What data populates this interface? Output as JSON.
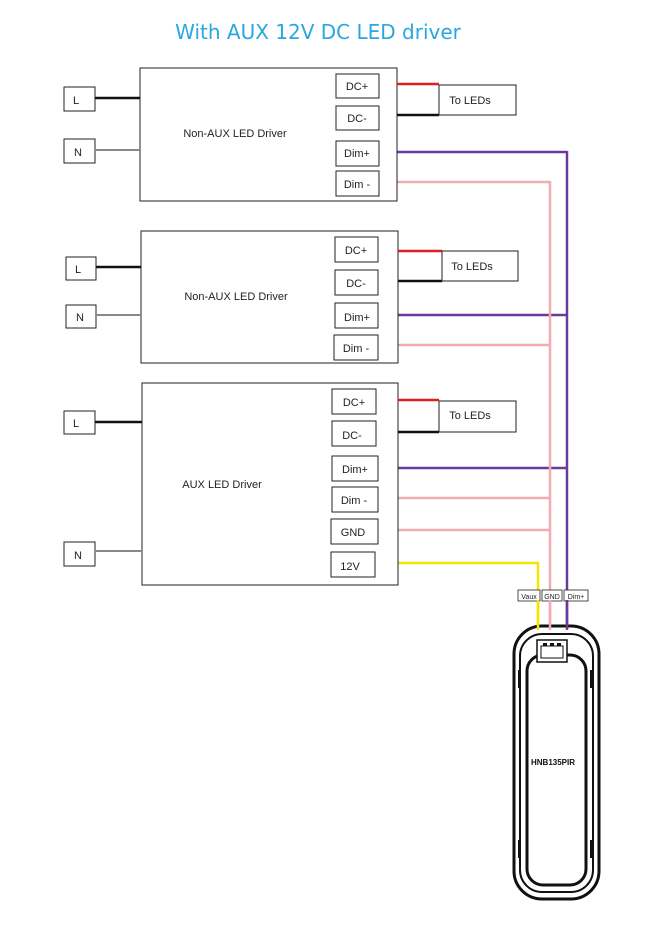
{
  "title": "With AUX 12V DC  LED driver",
  "colors": {
    "title": "#2aa7e0",
    "dc_plus": "#e02020",
    "dc_minus": "#111111",
    "dim_plus": "#6a3a9a",
    "dim_minus": "#f4aab3",
    "gnd": "#f4aab3",
    "v12": "#f2e600",
    "neutral": "#888888",
    "live": "#111111"
  },
  "drivers": [
    {
      "name": "Non-AUX  LED Driver",
      "mains": [
        "L",
        "N"
      ],
      "terminals": [
        "DC+",
        "DC-",
        "Dim+",
        "Dim -"
      ],
      "output_label": "To LEDs"
    },
    {
      "name": "Non-AUX  LED Driver",
      "mains": [
        "L",
        "N"
      ],
      "terminals": [
        "DC+",
        "DC-",
        "Dim+",
        "Dim -"
      ],
      "output_label": "To LEDs"
    },
    {
      "name": "AUX  LED Driver",
      "mains": [
        "L",
        "N"
      ],
      "terminals": [
        "DC+",
        "DC-",
        "Dim+",
        "Dim -",
        "GND",
        "12V"
      ],
      "output_label": "To LEDs"
    }
  ],
  "sensor": {
    "model": "HNB135PIR",
    "pins": [
      "Vaux",
      "GND",
      "Dim+"
    ]
  }
}
